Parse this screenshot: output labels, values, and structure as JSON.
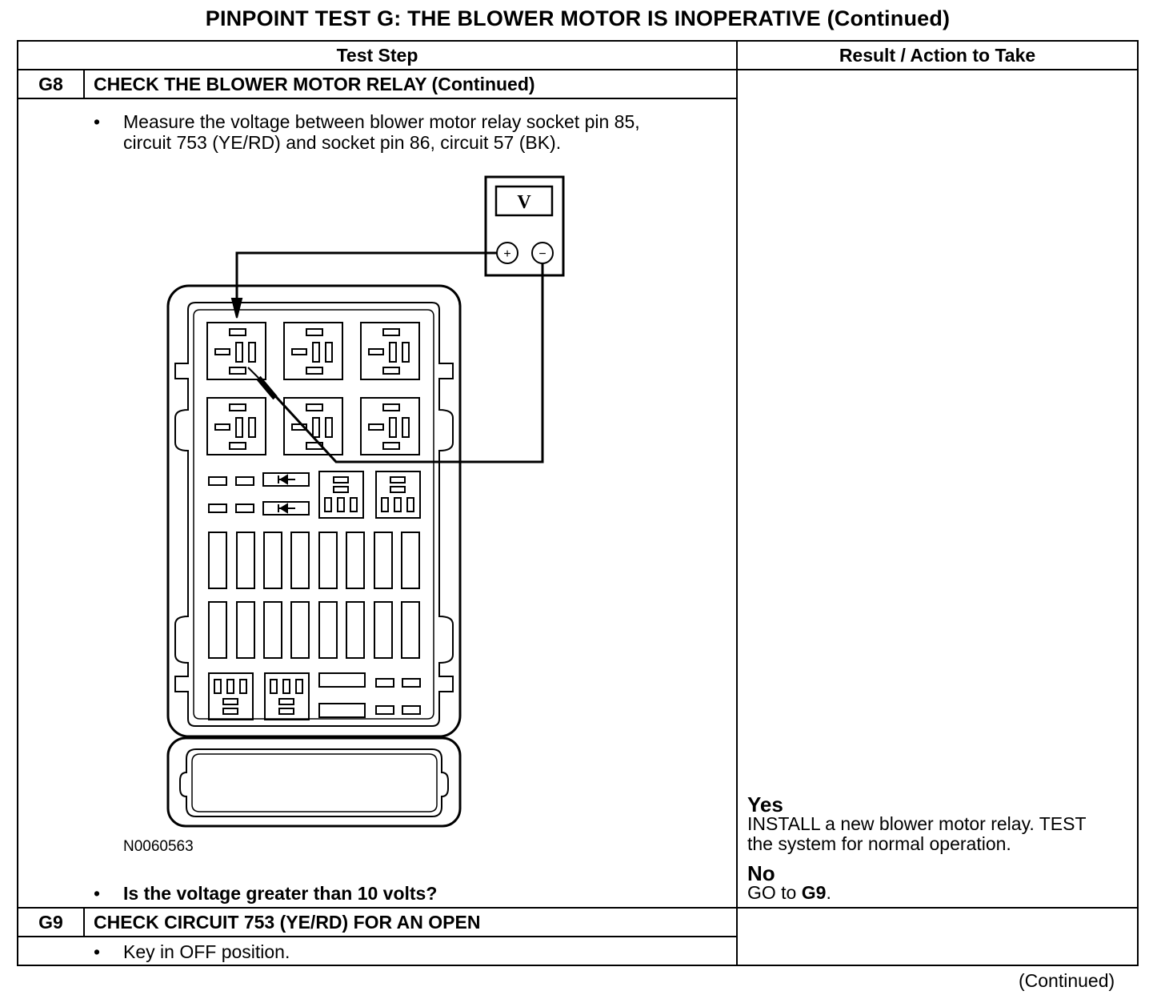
{
  "title": "PINPOINT TEST  G: THE BLOWER MOTOR IS INOPERATIVE (Continued)",
  "table": {
    "col_test_step": "Test Step",
    "col_result": "Result / Action to Take"
  },
  "steps": [
    {
      "id": "G8",
      "title": "CHECK THE BLOWER MOTOR RELAY (Continued)",
      "bullets": [
        "Measure the voltage between blower motor relay socket pin 85,",
        "circuit 753 (YE/RD) and socket pin 86, circuit 57 (BK)."
      ],
      "figure": {
        "id": "N0060563",
        "meter_label": "V",
        "meter_plus": "+",
        "meter_minus": "−"
      },
      "question": "Is the voltage greater than 10 volts?",
      "results": {
        "yes_label": "Yes",
        "yes_line1": "INSTALL a new blower motor relay. TEST",
        "yes_line2": "the system for normal operation.",
        "no_label": "No",
        "no_prefix": "GO to ",
        "no_target": "G9",
        "no_suffix": "."
      }
    },
    {
      "id": "G9",
      "title": "CHECK CIRCUIT 753 (YE/RD) FOR AN OPEN",
      "bullets": [
        "Key in OFF position."
      ]
    }
  ],
  "footer": "(Continued)"
}
